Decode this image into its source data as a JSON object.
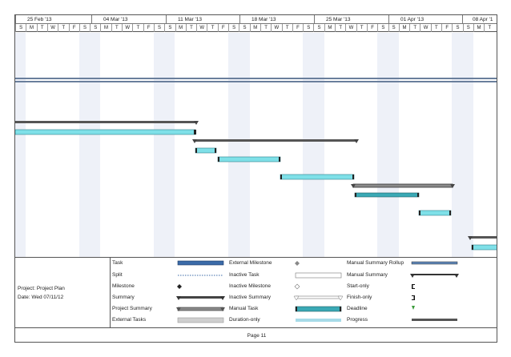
{
  "timeline": {
    "weeks": [
      "25 Feb '13",
      "04 Mar '13",
      "11 Mar '13",
      "18 Mar '13",
      "25 Mar '13",
      "01 Apr '13",
      "08 Apr '1"
    ],
    "day_letters": [
      "S",
      "M",
      "T",
      "W",
      "T",
      "F",
      "S",
      "S",
      "M",
      "T",
      "W",
      "T",
      "F",
      "S",
      "S",
      "M",
      "T",
      "W",
      "T",
      "F",
      "S",
      "S",
      "M",
      "T",
      "W",
      "T",
      "F",
      "S",
      "S",
      "M",
      "T",
      "W",
      "T",
      "F",
      "S",
      "S",
      "M",
      "T",
      "W",
      "T",
      "F",
      "S",
      "S",
      "M",
      "T"
    ]
  },
  "legend": {
    "project_line": "Project: Project Plan",
    "date_line": "Date: Wed 07/11/12",
    "col1": [
      "Task",
      "Split",
      "Milestone",
      "Summary",
      "Project Summary",
      "External Tasks"
    ],
    "col2": [
      "External Milestone",
      "Inactive Task",
      "Inactive Milestone",
      "Inactive Summary",
      "Manual Task",
      "Duration-only"
    ],
    "col3": [
      "Manual Summary Rollup",
      "Manual Summary",
      "Start-only",
      "Finish-only",
      "Deadline",
      "Progress"
    ]
  },
  "footer": {
    "page_label": "Page 11"
  },
  "colors": {
    "task_fill": "#7fe0e8",
    "task_border": "#2a7f8a",
    "summary": "#555555",
    "weekend": "#eef1f8",
    "manual_task": "#3aa9b5",
    "project_summary": "#8a8a8a"
  }
}
